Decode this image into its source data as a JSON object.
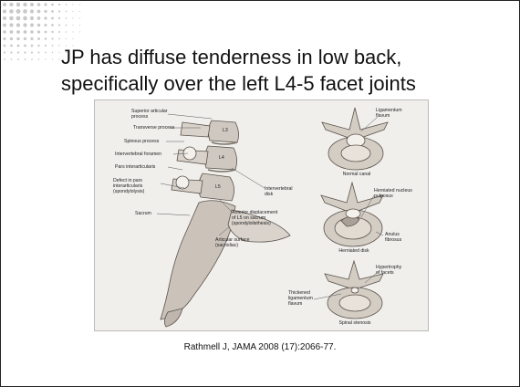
{
  "slide": {
    "title": "JP has diffuse tenderness in low back, specifically over the left L4-5 facet joints",
    "citation": "Rathmell J, JAMA 2008 (17):2066-77."
  },
  "figure": {
    "left_labels": [
      "Superior articular\nprocess",
      "Transverse process",
      "Spinous process",
      "Intervertebral foramen",
      "Pars interarticularis",
      "Defect in pars\ninterarticularis\n(spondylolysis)",
      "Sacrum"
    ],
    "vertebra_labels": [
      "L3",
      "L4",
      "L5"
    ],
    "center_labels": [
      "Intervertebral\ndisk",
      "Anterior displacement\nof L5 on sacrum\n(spondylolisthesis)",
      "Articular surface\n(sacroiliac)"
    ],
    "right_labels": {
      "ligamentum": "Ligamentum\nflavum",
      "normal": "Normal canal",
      "herniated_nucleus": "Herniated nucleus\npulposus",
      "herniated": "Herniated disk",
      "anulus": "Anulus\nfibrosus",
      "hypertrophy": "Hypertrophy\nof facets",
      "thickened": "Thickened\nligamentum\nflavum",
      "stenosis": "Spinal stenosis"
    }
  }
}
